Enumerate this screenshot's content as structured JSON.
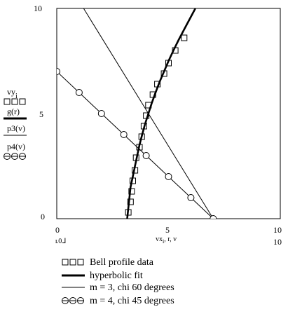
{
  "chart_data": {
    "type": "scatter",
    "xlim": [
      0,
      10
    ],
    "ylim": [
      0,
      10
    ],
    "grid": false,
    "legend_placement": "bottom",
    "y_tick_labels": [
      "0",
      "5",
      "10"
    ],
    "x_tick_labels": [
      "0",
      "5",
      "10"
    ],
    "x_range_labels": {
      "min": "0",
      "max": "10"
    },
    "y_axis_expressions": [
      "vy",
      "g(r)",
      "p3(v)",
      "p4(v)"
    ],
    "y_axis_subscript": "i",
    "x_axis_expression": "vx",
    "x_axis_subscript": "i",
    "x_axis_tail": ", r, v",
    "series": [
      {
        "name": "Bell profile data",
        "marker": "square",
        "points": [
          [
            3.2,
            0.3
          ],
          [
            3.3,
            0.8
          ],
          [
            3.35,
            1.3
          ],
          [
            3.4,
            1.8
          ],
          [
            3.5,
            2.3
          ],
          [
            3.55,
            2.9
          ],
          [
            3.7,
            3.4
          ],
          [
            3.8,
            3.9
          ],
          [
            3.9,
            4.4
          ],
          [
            4.0,
            4.9
          ],
          [
            4.1,
            5.4
          ],
          [
            4.3,
            5.9
          ],
          [
            4.5,
            6.4
          ],
          [
            4.8,
            6.9
          ],
          [
            5.0,
            7.4
          ],
          [
            5.3,
            8.0
          ],
          [
            5.7,
            8.6
          ]
        ]
      },
      {
        "name": "hyperbolic fit",
        "style": "thick-line",
        "points": [
          [
            3.15,
            0
          ],
          [
            3.2,
            0.5
          ],
          [
            3.25,
            1.0
          ],
          [
            3.3,
            1.5
          ],
          [
            3.4,
            2.0
          ],
          [
            3.5,
            2.5
          ],
          [
            3.6,
            3.0
          ],
          [
            3.7,
            3.5
          ],
          [
            3.82,
            4.0
          ],
          [
            3.95,
            4.5
          ],
          [
            4.1,
            5.0
          ],
          [
            4.25,
            5.5
          ],
          [
            4.42,
            6.0
          ],
          [
            4.6,
            6.5
          ],
          [
            4.8,
            7.0
          ],
          [
            5.0,
            7.5
          ],
          [
            5.22,
            8.0
          ],
          [
            5.45,
            8.5
          ],
          [
            5.7,
            9.0
          ],
          [
            5.95,
            9.5
          ],
          [
            6.2,
            10
          ]
        ]
      },
      {
        "name": "m = 3,  chi 60 degrees",
        "style": "thin-line",
        "points": [
          [
            1.2,
            10
          ],
          [
            7.0,
            0
          ]
        ]
      },
      {
        "name": "m = 4, chi 45 degrees",
        "marker": "circle",
        "points": [
          [
            0,
            7
          ],
          [
            1,
            6
          ],
          [
            2,
            5
          ],
          [
            3,
            4
          ],
          [
            4,
            3
          ],
          [
            5,
            2
          ],
          [
            6,
            1
          ],
          [
            7,
            0
          ]
        ]
      }
    ]
  },
  "colors": {
    "ink": "#000000",
    "background": "#ffffff"
  }
}
